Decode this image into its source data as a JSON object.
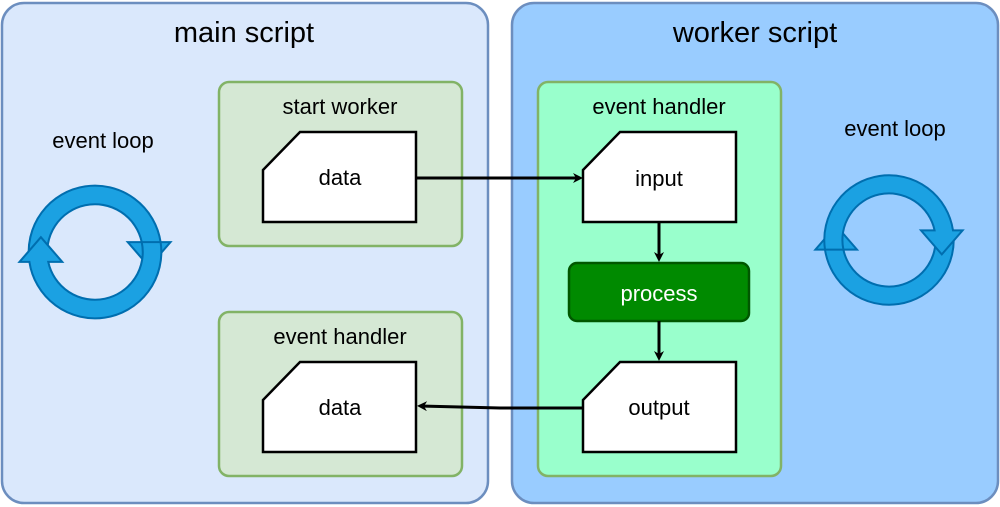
{
  "panels": {
    "main": {
      "title": "main script",
      "event_loop": "event loop"
    },
    "worker": {
      "title": "worker script",
      "event_loop": "event loop"
    }
  },
  "main": {
    "start_worker": {
      "title": "start worker",
      "card": "data"
    },
    "event_handler": {
      "title": "event handler",
      "card": "data"
    }
  },
  "worker": {
    "event_handler": {
      "title": "event handler",
      "input": "input",
      "process": "process",
      "output": "output"
    }
  },
  "colors": {
    "main_panel_fill": "#dae8fc",
    "main_panel_stroke": "#6c8ebf",
    "worker_panel_fill": "#99ccff",
    "group_green_fill": "#d5e8d4",
    "group_green_stroke": "#82b366",
    "worker_handler_fill": "#99ffcc",
    "process_fill": "#008a00",
    "process_stroke": "#005700",
    "loop_icon": "#1ba1e2",
    "loop_icon_stroke": "#006eaf"
  },
  "icons": {
    "loop": "cycle-arrows-icon"
  }
}
